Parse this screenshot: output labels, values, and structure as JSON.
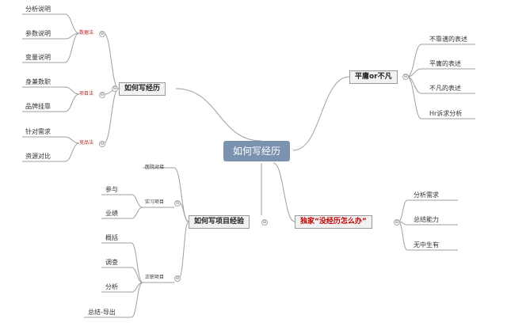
{
  "root": "如何写经历",
  "branches": {
    "howto": "如何写经历",
    "project": "如何写项目经验",
    "plain": "平庸or不凡",
    "exclusive": "独家“没经历怎么办”"
  },
  "groups": {
    "data": "数据法",
    "project": "项目法",
    "competitor": "竞品法",
    "intern_direct": "医院对接",
    "intern": "实习项目",
    "fulltime": "正职项目"
  },
  "leaves": {
    "analysis_desc": "分析说明",
    "param_desc": "参数说明",
    "var_desc": "变量说明",
    "multi_role": "身兼数职",
    "brand": "品牌挂靠",
    "targeted": "针对需求",
    "resource": "资源对比",
    "participate": "参与",
    "performance": "业绩",
    "overview": "概括",
    "survey": "调查",
    "analyze": "分析",
    "summary": "总结-导出",
    "unreliable": "不靠谱的表述",
    "mediocre": "平庸的表述",
    "extraordinary": "不凡的表述",
    "hr": "Hr诉求分析",
    "demand": "分析需求",
    "summarize": "总结能力",
    "create": "无中生有"
  },
  "toggle_symbol": "⊖"
}
